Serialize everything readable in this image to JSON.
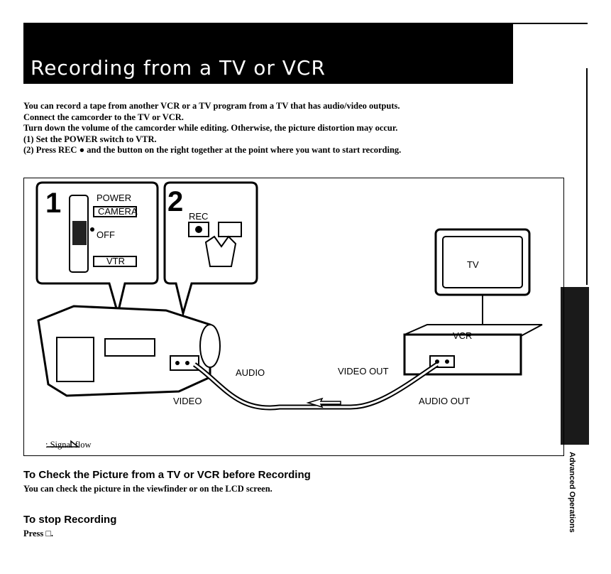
{
  "title": "Recording from a TV or VCR",
  "intro": [
    "You can record a tape from another VCR or a TV program from a TV that has audio/video outputs.",
    "Connect the camcorder to the TV or VCR.",
    "Turn down the volume of the camcorder while editing. Otherwise, the picture distortion may occur.",
    "(1) Set the POWER switch to VTR.",
    "(2) Press REC ● and the button on the right together at the point where you want to start recording."
  ],
  "figure": {
    "step1_number": "1",
    "power_label": "POWER",
    "camera_label": "CAMERA",
    "off_label": "OFF",
    "vtr_label": "VTR",
    "step2_number": "2",
    "rec_label": "REC",
    "tv_label": "TV",
    "vcr_label": "VCR",
    "audio_label": "AUDIO",
    "video_label": "VIDEO",
    "video_out_label": "VIDEO OUT",
    "audio_out_label": "AUDIO OUT",
    "signal_flow_label": ": Signal flow"
  },
  "check_heading": "To Check the Picture from a TV or VCR before Recording",
  "check_text": "You can check the picture in the viewfinder or on the LCD screen.",
  "stop_heading": "To stop Recording",
  "stop_text": "Press □.",
  "side_tab_label": "Advanced Operations"
}
